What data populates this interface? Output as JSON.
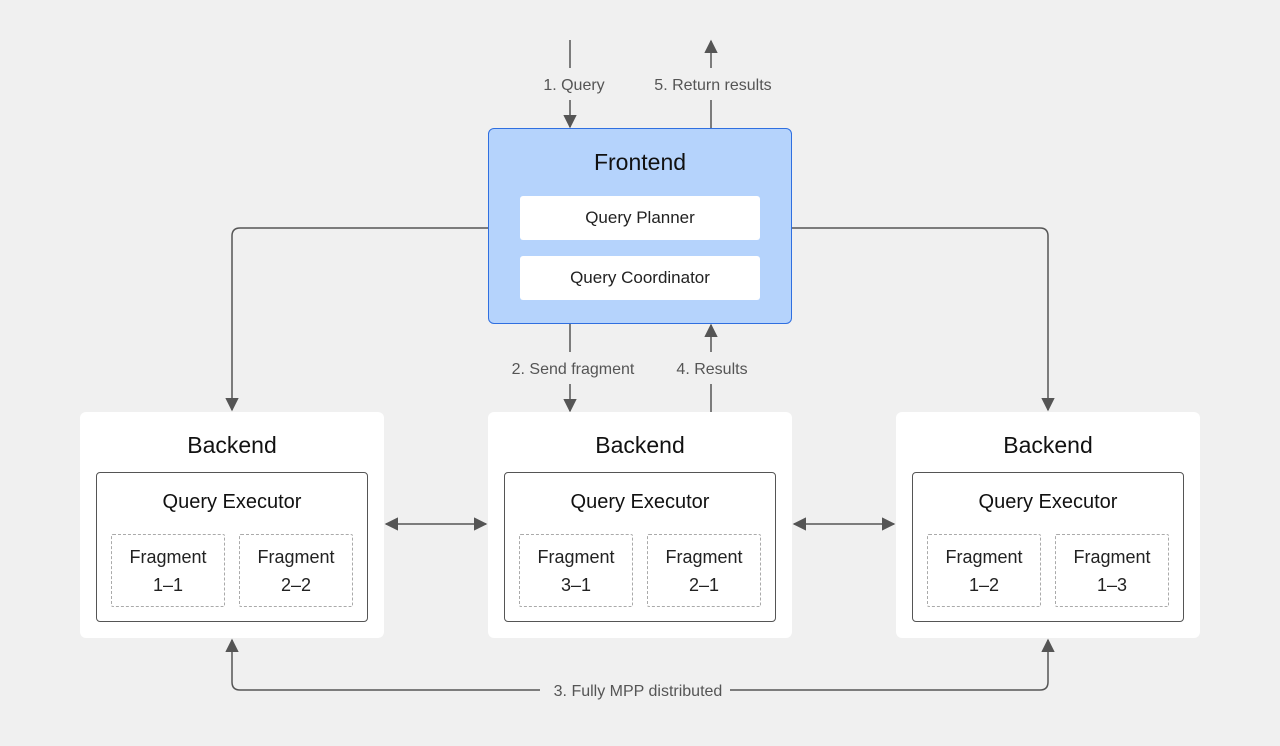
{
  "frontend": {
    "title": "Frontend",
    "components": [
      "Query Planner",
      "Query Coordinator"
    ]
  },
  "backends": [
    {
      "title": "Backend",
      "executor": "Query Executor",
      "fragments": [
        {
          "line1": "Fragment",
          "line2": "1–1"
        },
        {
          "line1": "Fragment",
          "line2": "2–2"
        }
      ]
    },
    {
      "title": "Backend",
      "executor": "Query Executor",
      "fragments": [
        {
          "line1": "Fragment",
          "line2": "3–1"
        },
        {
          "line1": "Fragment",
          "line2": "2–1"
        }
      ]
    },
    {
      "title": "Backend",
      "executor": "Query Executor",
      "fragments": [
        {
          "line1": "Fragment",
          "line2": "1–2"
        },
        {
          "line1": "Fragment",
          "line2": "1–3"
        }
      ]
    }
  ],
  "edges": {
    "query": "1. Query",
    "send_fragment": "2. Send fragment",
    "mpp": "3. Fully MPP distributed",
    "results": "4. Results",
    "return_results": "5. Return results"
  },
  "colors": {
    "background": "#f0f0f0",
    "frontend_fill": "#b5d3fc",
    "frontend_border": "#2f6fe0",
    "arrow": "#555555"
  }
}
